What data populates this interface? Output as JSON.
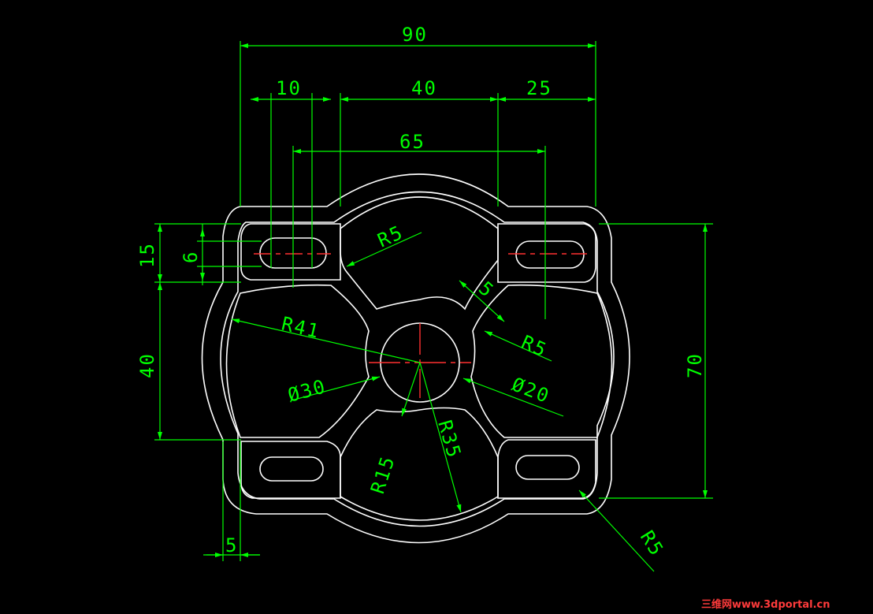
{
  "colors": {
    "background": "#000000",
    "outline": "#ffffff",
    "dimension": "#00ff00",
    "centerline": "#ff0000",
    "watermark": "#ff3b3b"
  },
  "dimensions": {
    "overall_width": "90",
    "slot_gap_top": "10",
    "middle_width": "40",
    "right_width": "25",
    "slot_centers": "65",
    "slot_height": "15",
    "slot_width": "6",
    "left_height": "40",
    "overall_height": "70",
    "bottom_offset": "5",
    "radius_top": "R5",
    "radius_right": "R5",
    "radius_bottom_right": "R5",
    "radius_small_gap": "5",
    "radius_41": "R41",
    "radius_35": "R35",
    "radius_15": "R15",
    "diameter_30": "Ø30",
    "diameter_20": "Ø20"
  },
  "watermark": {
    "text": "三维网www.3dportal.cn"
  }
}
